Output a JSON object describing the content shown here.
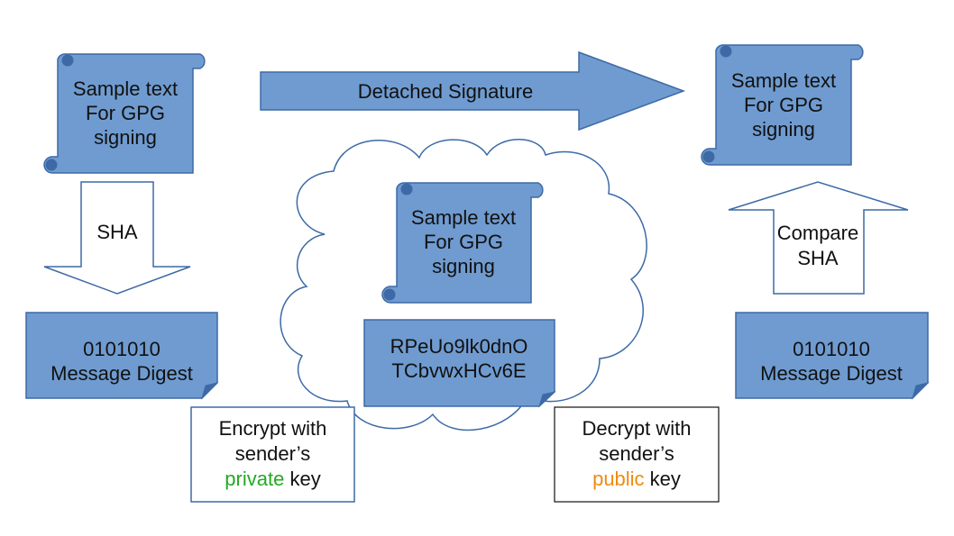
{
  "colors": {
    "shape_fill": "#6f9bd0",
    "shape_stroke": "#3d6aa6",
    "outline": "#3d6aa6",
    "private_word": "#22aa22",
    "public_word": "#f08a10"
  },
  "scroll_left": {
    "line1": "Sample text",
    "line2": "For GPG",
    "line3": "signing"
  },
  "scroll_center": {
    "line1": "Sample text",
    "line2": "For GPG",
    "line3": "signing"
  },
  "scroll_right": {
    "line1": "Sample text",
    "line2": "For GPG",
    "line3": "signing"
  },
  "arrow_top": {
    "label": "Detached Signature"
  },
  "arrow_down": {
    "label": "SHA"
  },
  "arrow_up": {
    "line1": "Compare",
    "line2": "SHA"
  },
  "digest_left": {
    "line1": "0101010",
    "line2": "Message Digest"
  },
  "digest_right": {
    "line1": "0101010",
    "line2": "Message Digest"
  },
  "signature_box": {
    "line1": "RPeUo9lk0dnO",
    "line2": "TCbvwxHCv6E"
  },
  "encrypt_box": {
    "line1": "Encrypt with",
    "line2": "sender’s",
    "key_word": "private",
    "suffix": " key"
  },
  "decrypt_box": {
    "line1": "Decrypt with",
    "line2": "sender’s",
    "key_word": "public",
    "suffix": " key"
  }
}
